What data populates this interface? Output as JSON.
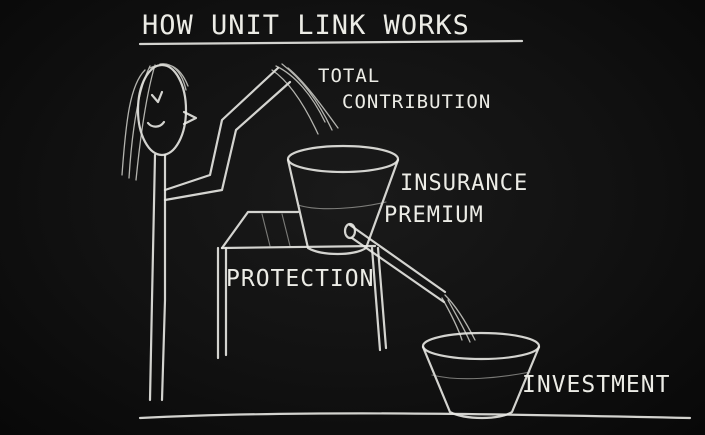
{
  "title": "HOW UNIT LINK WORKS",
  "labels": {
    "total_line1": "TOTAL",
    "total_line2": "CONTRIBUTION",
    "insurance_line1": "INSURANCE",
    "insurance_line2": "PREMIUM",
    "protection": "PROTECTION",
    "investment": "INVESTMENT"
  }
}
